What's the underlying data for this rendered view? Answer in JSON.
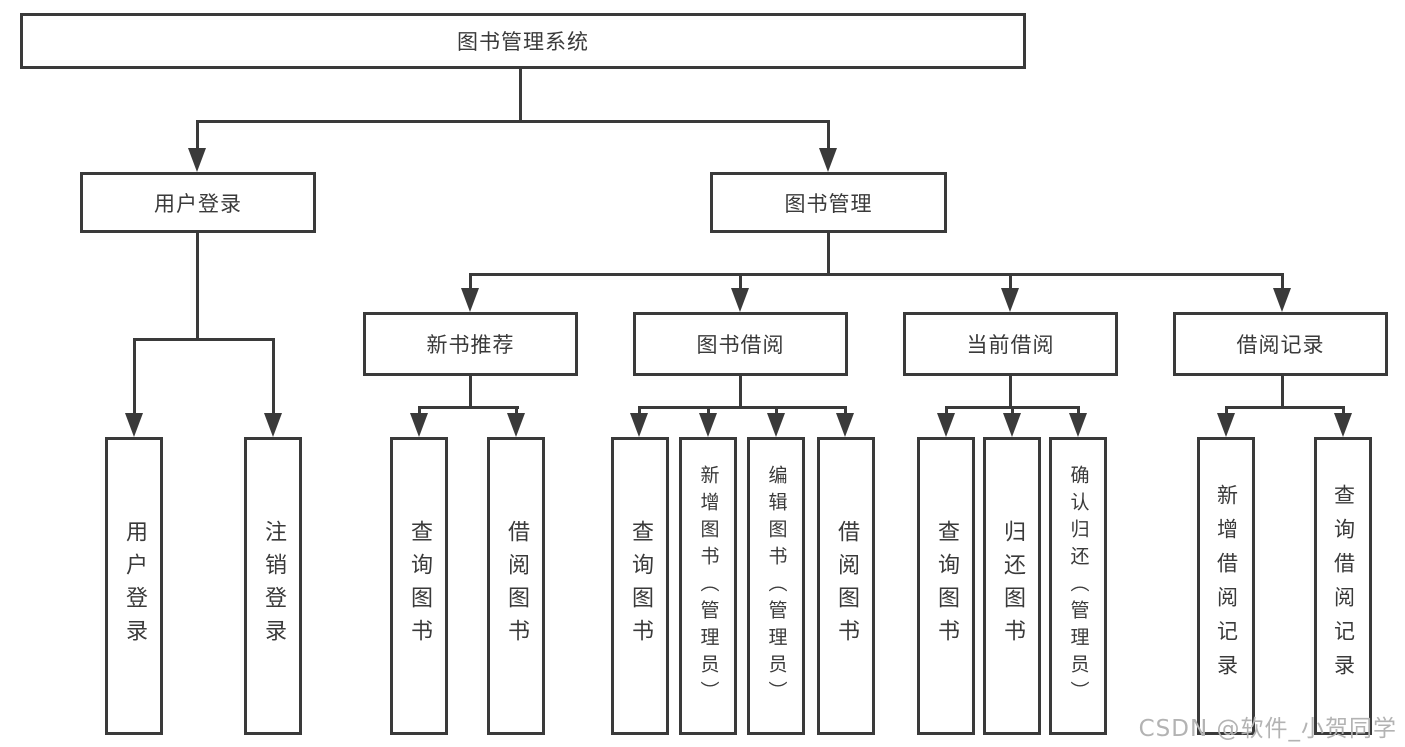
{
  "root": {
    "label": "图书管理系统"
  },
  "branches": [
    {
      "label": "用户登录",
      "children": [
        {
          "label": "用户登录"
        },
        {
          "label": "注销登录"
        }
      ]
    },
    {
      "label": "图书管理",
      "sections": [
        {
          "label": "新书推荐",
          "children": [
            {
              "label": "查询图书"
            },
            {
              "label": "借阅图书"
            }
          ]
        },
        {
          "label": "图书借阅",
          "children": [
            {
              "label": "查询图书"
            },
            {
              "label": "新增图书（管理员）"
            },
            {
              "label": "编辑图书（管理员）"
            },
            {
              "label": "借阅图书"
            }
          ]
        },
        {
          "label": "当前借阅",
          "children": [
            {
              "label": "查询图书"
            },
            {
              "label": "归还图书"
            },
            {
              "label": "确认归还（管理员）"
            }
          ]
        },
        {
          "label": "借阅记录",
          "children": [
            {
              "label": "新增借阅记录"
            },
            {
              "label": "查询借阅记录"
            }
          ]
        }
      ]
    }
  ],
  "colors": {
    "line": "#3a3a3a",
    "text": "#3a3a3a",
    "background": "#ffffff",
    "watermark": "#b3b3b3"
  },
  "watermark": "CSDN @软件_小贺同学"
}
